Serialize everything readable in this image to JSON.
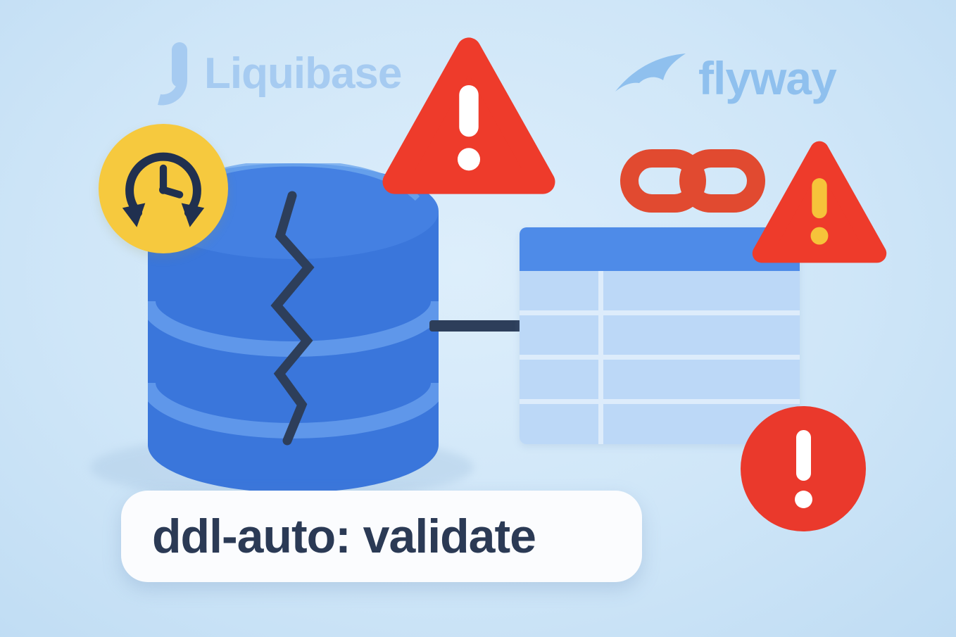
{
  "illustration": {
    "background_color": "#cfe6f8",
    "liquibase": {
      "label": "Liquibase",
      "color": "#a6cbf1"
    },
    "flyway": {
      "label": "flyway",
      "color": "#8fc0ee"
    },
    "caption": {
      "text": "ddl-auto: validate",
      "text_color": "#2b3a55",
      "box_color": "#fbfcfe"
    },
    "colors": {
      "warning_red": "#ee3b2b",
      "warning_glyph_white": "#ffffff",
      "warning_glyph_yellow": "#f6c33a",
      "history_badge_yellow": "#f6c93e",
      "history_glyph_navy": "#20304f",
      "database_blue": "#3a76db",
      "database_top_blue": "#4480e2",
      "database_band_blue": "#5f97ea",
      "crack_navy": "#2d3e5a",
      "connector_navy": "#2d3e5a",
      "table_header_blue": "#4e8be8",
      "table_cell_blue": "#bcd8f7",
      "table_grid_light": "#ddecfb",
      "chain_red": "#e14a30",
      "error_circle_red": "#ea392c"
    },
    "icons": [
      "liquibase-drop-icon",
      "flyway-bird-icon",
      "warning-triangle-icon",
      "history-clock-icon",
      "cracked-database-icon",
      "chain-link-icon",
      "schema-table-icon",
      "error-circle-icon"
    ]
  }
}
